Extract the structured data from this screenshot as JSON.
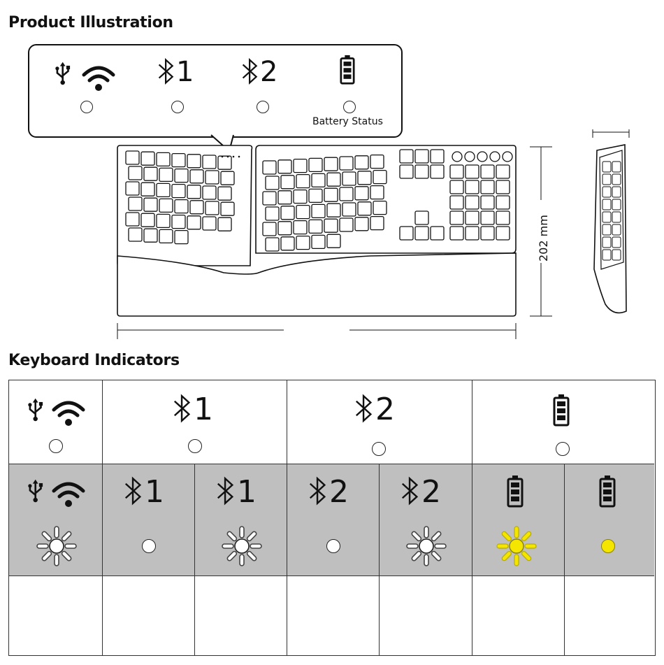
{
  "headings": {
    "product_illustration": "Product Illustration",
    "keyboard_indicators": "Keyboard Indicators"
  },
  "callout": {
    "bt1_number": "1",
    "bt2_number": "2",
    "battery_label": "Battery Status",
    "icons": [
      "usb-icon",
      "wifi-icon",
      "bluetooth-icon",
      "bluetooth-icon",
      "battery-icon"
    ]
  },
  "dimension": {
    "height_label": "202 mm"
  },
  "table": {
    "header": [
      {
        "icon": "usb-wifi-icon",
        "label": ""
      },
      {
        "icon": "bluetooth-icon",
        "label": "1"
      },
      {
        "icon": "bluetooth-icon",
        "label": "2"
      },
      {
        "icon": "battery-icon",
        "label": ""
      }
    ],
    "states": [
      {
        "icon": "usb-wifi-icon",
        "number": "",
        "led": "blinking-white"
      },
      {
        "icon": "bluetooth-icon",
        "number": "1",
        "led": "off"
      },
      {
        "icon": "bluetooth-icon",
        "number": "1",
        "led": "blinking-white"
      },
      {
        "icon": "bluetooth-icon",
        "number": "2",
        "led": "off"
      },
      {
        "icon": "bluetooth-icon",
        "number": "2",
        "led": "blinking-white"
      },
      {
        "icon": "battery-icon",
        "number": "",
        "led": "blinking-yellow"
      },
      {
        "icon": "battery-icon",
        "number": "",
        "led": "solid-yellow"
      }
    ]
  },
  "colors": {
    "band_grey": "#bfbfbf",
    "led_yellow": "#f5e600",
    "line": "#333333"
  }
}
